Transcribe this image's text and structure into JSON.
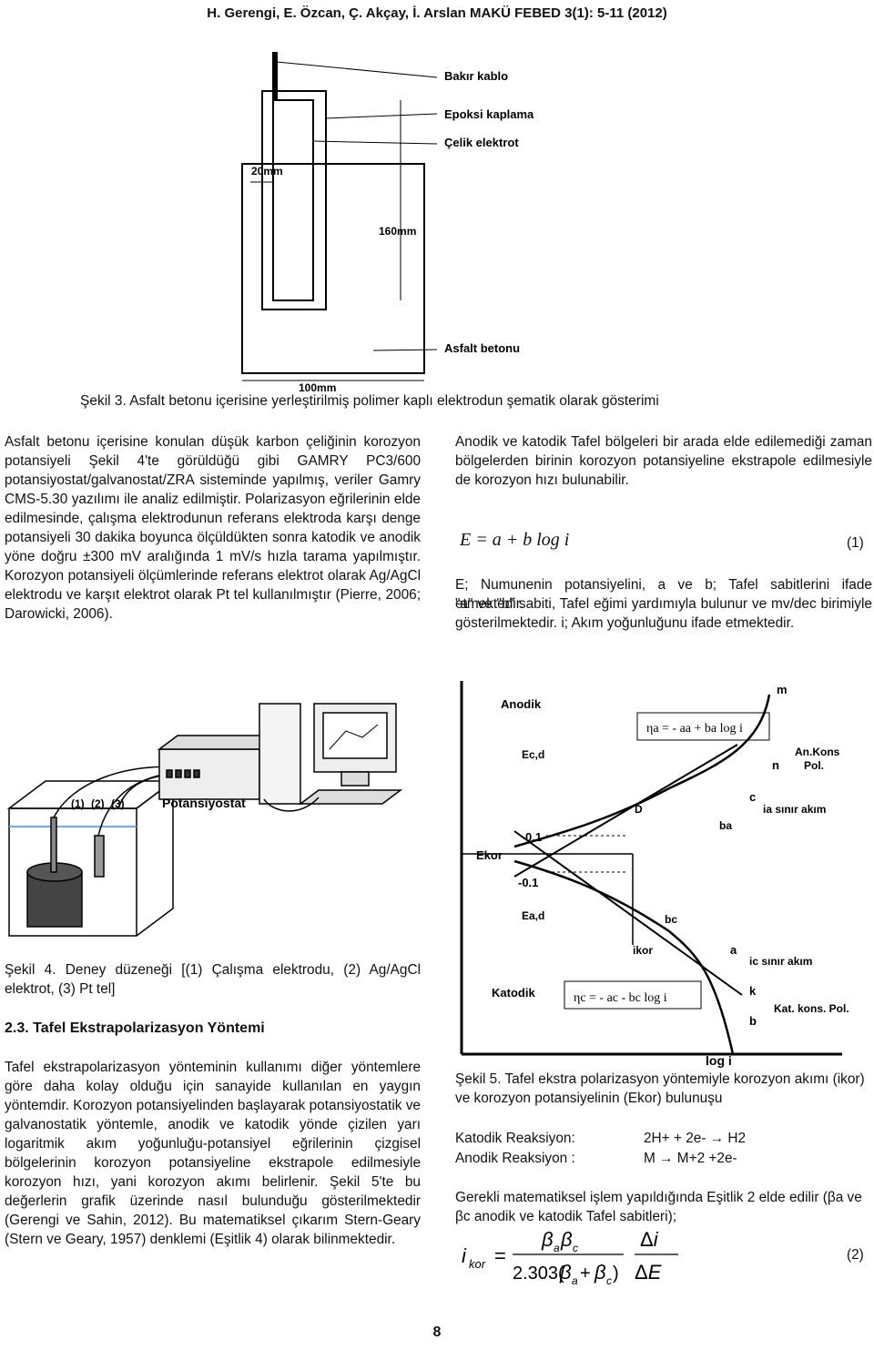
{
  "header": "H. Gerengi, E. Özcan, Ç. Akçay, İ. Arslan MAKÜ FEBED 3(1): 5-11 (2012)",
  "fig3": {
    "labels": [
      "Bakır kablo",
      "Epoksi kaplama",
      "Çelik elektrot",
      "20mm",
      "160mm",
      "Asfalt betonu",
      "100mm"
    ],
    "caption": "Şekil 3. Asfalt betonu içerisine yerleştirilmiş polimer kaplı elektrodun şematik olarak gösterimi"
  },
  "left_col": {
    "para1": "Asfalt betonu içerisine konulan düşük karbon çeliğinin korozyon potansiyeli Şekil 4'te görüldüğü gibi GAMRY PC3/600 potansiyostat/galvanostat/ZRA sisteminde yapılmış, veriler Gamry CMS-5.30 yazılımı ile analiz edilmiştir. Polarizasyon eğrilerinin elde edilmesinde, çalışma elektrodunun referans elektroda karşı denge potansiyeli 30 dakika boyunca ölçüldükten sonra katodik ve anodik yöne doğru ±300 mV aralığında 1 mV/s hızla tarama yapılmıştır. Korozyon potansiyeli ölçümlerinde referans elektrot olarak Ag/AgCl elektrodu ve karşıt elektrot olarak Pt tel kullanılmıştır (Pierre, 2006; Darowicki, 2006).",
    "fig4_labels": [
      "(1)",
      "(2)",
      "(3)",
      "Potansiyostat"
    ],
    "fig4_caption": "Şekil 4. Deney düzeneği [(1) Çalışma elektrodu, (2) Ag/AgCl elektrot, (3) Pt tel]",
    "section_title": "2.3. Tafel Ekstrapolarizasyon Yöntemi",
    "para2": "Tafel ekstrapolarizasyon yönteminin kullanımı diğer yöntemlere göre daha kolay olduğu için sanayide kullanılan en yaygın yöntemdir. Korozyon potansiyelinden başlayarak potansiyostatik ve galvanostatik yöntemle, anodik ve katodik yönde çizilen yarı logaritmik akım yoğunluğu-potansiyel eğrilerinin çizgisel bölgelerinin korozyon potansiyeline ekstrapole edilmesiyle korozyon hızı, yani korozyon akımı belirlenir. Şekil 5'te bu değerlerin grafik üzerinde nasıl bulunduğu gösterilmektedir (Gerengi ve Sahin, 2012). Bu matematiksel çıkarım Stern-Geary (Stern ve Geary, 1957) denklemi (Eşitlik 4) olarak bilinmektedir."
  },
  "right_col": {
    "para1": "Anodik ve katodik Tafel bölgeleri bir arada elde edilemediği zaman bölgelerden birinin korozyon potansiyeline ekstrapole edilmesiyle de korozyon hızı bulunabilir.",
    "eq1": "E = a + b log i",
    "eq1_num": "(1)",
    "para2a": "E; Numunenin potansiyelini, a ve b; Tafel sabitlerini ifade etmektedir.",
    "para2b": "\"a\" ve \"b\" sabiti, Tafel eğimi yardımıyla bulunur ve mv/dec birimiyle gösterilmektedir. i; Akım yoğunluğunu ifade etmektedir.",
    "fig5_labels": {
      "anodik": "Anodik",
      "katodik": "Katodik",
      "m": "m",
      "eta_a": "ηa = - aa + ba log i",
      "eta_c": "ηc = - ac - bc log i",
      "ecd": "Ec,d",
      "eacd": "Ea,d",
      "ankons": "An.Kons",
      "pol": "Pol.",
      "n": "n",
      "c": "c",
      "ia": "ia sınır akım",
      "D": "D",
      "ba": "ba",
      "p01": "0.1",
      "m01": "-0.1",
      "ekor": "Ekor",
      "bc": "bc",
      "ikor": "ikor",
      "a": "a",
      "ic": "ic sınır akım",
      "k": "k",
      "katkons": "Kat. kons. Pol.",
      "b": "b",
      "logi": "log i"
    },
    "fig5_caption": "Şekil 5. Tafel ekstra polarizasyon yöntemiyle korozyon akımı (ikor) ve korozyon potansiyelinin (Ekor) bulunuşu",
    "katodik_label": "Katodik Reaksiyon:",
    "katodik_eq": "2H+ + 2e- → H2",
    "anodik_label": "Anodik Reaksiyon :",
    "anodik_eq": "M → M+2 +2e-",
    "para3": "Gerekli matematiksel işlem yapıldığında Eşitlik 2 elde edilir (βa ve βc anodik ve katodik Tafel sabitleri);",
    "eq2_num": "(2)"
  },
  "page_number": "8"
}
